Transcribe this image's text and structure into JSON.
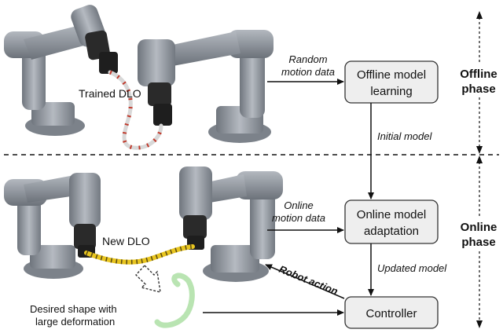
{
  "boxes": {
    "offline_line1": "Offline model",
    "offline_line2": "learning",
    "online_line1": "Online model",
    "online_line2": "adaptation",
    "controller": "Controller"
  },
  "arrow_labels": {
    "random_line1": "Random",
    "random_line2": "motion data",
    "online_motion_line1": "Online",
    "online_motion_line2": "motion data",
    "initial_model": "Initial model",
    "updated_model": "Updated model",
    "robot_action": "Robot action"
  },
  "phases": {
    "offline_line1": "Offline",
    "offline_line2": "phase",
    "online_line1": "Online",
    "online_line2": "phase"
  },
  "annotations": {
    "trained_dlo": "Trained DLO",
    "new_dlo": "New DLO",
    "desired_line1": "Desired shape with",
    "desired_line2": "large deformation"
  },
  "colors": {
    "box_fill": "#eeeeee",
    "box_stroke": "#333333",
    "robot_body": "#9aa0a8",
    "robot_dark": "#1e1e1e",
    "trained_cable": "#d8d8d8",
    "trained_marks": "#c0392b",
    "new_cable": "#e8c520",
    "desired_shape": "#b9e4b2"
  }
}
